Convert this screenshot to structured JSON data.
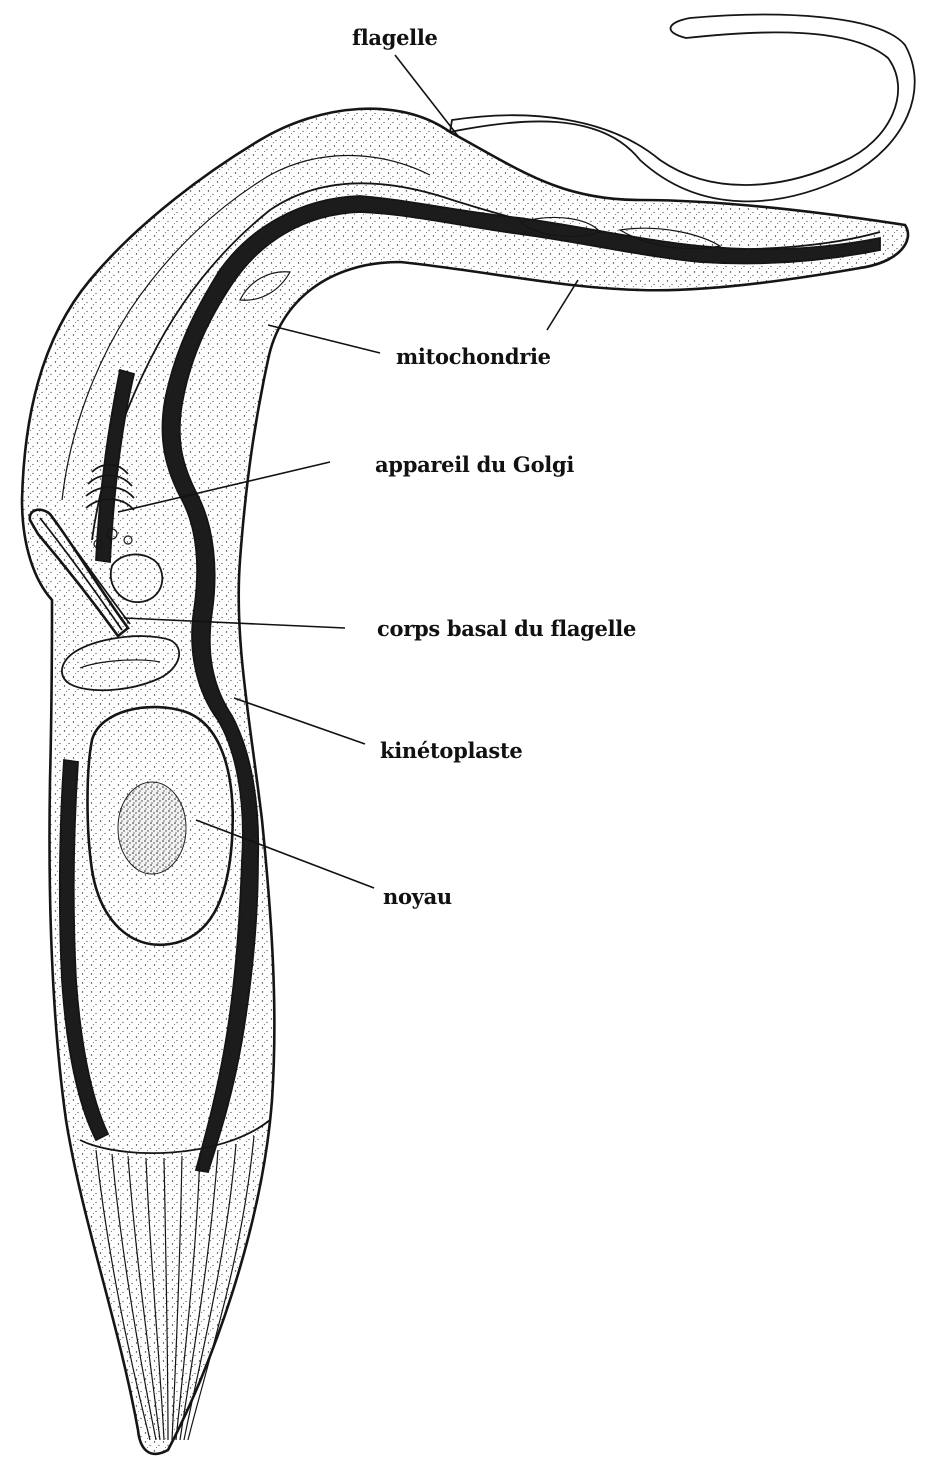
{
  "labels": {
    "flagellum": "flagelle",
    "mitochondrion": "mitochondrie",
    "golgi": "appareil du Golgi",
    "basal_body": "corps basal du flagelle",
    "kinetoplast": "kinétoplaste",
    "nucleus": "noyau"
  }
}
